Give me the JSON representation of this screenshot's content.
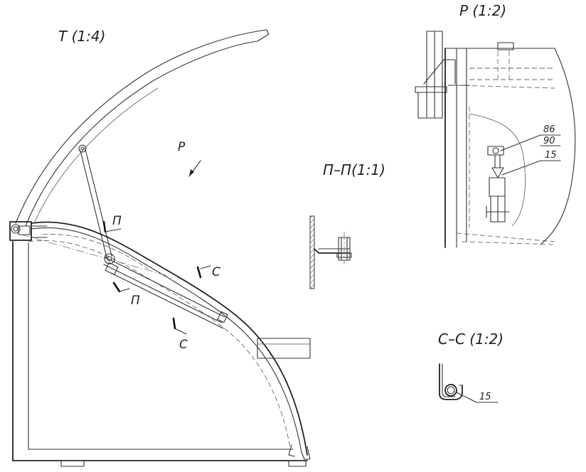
{
  "views": {
    "main": {
      "title": "Т (1:4)",
      "arrow_label": "Р"
    },
    "detail_p": {
      "title": "Р (1:2)"
    },
    "section_pp": {
      "title": "П–П(1:1)"
    },
    "section_cc": {
      "title": "С–С (1:2)"
    }
  },
  "section_markers": {
    "p_top": "П",
    "p_bottom": "П",
    "c_top": "С",
    "c_bottom": "С"
  },
  "callouts": {
    "item_86": "86",
    "item_90": "90",
    "item_15_detail": "15",
    "item_15_section": "15"
  }
}
